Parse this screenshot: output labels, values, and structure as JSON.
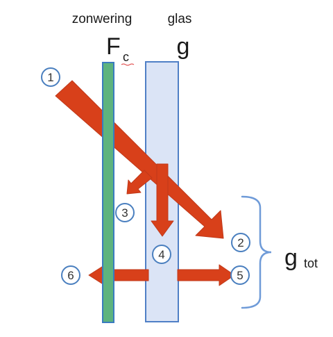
{
  "labels": {
    "sunshade": "zonwering",
    "glass": "glas",
    "fc_main": "F",
    "fc_sub": "c",
    "g_symbol": "g",
    "gtot_main": "g",
    "gtot_sub": "tot"
  },
  "markers": [
    "1",
    "2",
    "3",
    "4",
    "5",
    "6"
  ],
  "colors": {
    "sunshade_fill": "#5db37e",
    "sunshade_stroke": "#3a7bbf",
    "glass_fill": "#dbe4f6",
    "glass_stroke": "#4f7fc6",
    "arrow": "#d8401a",
    "circle_stroke": "#4a7fbf",
    "brace": "#6f9bd8"
  }
}
